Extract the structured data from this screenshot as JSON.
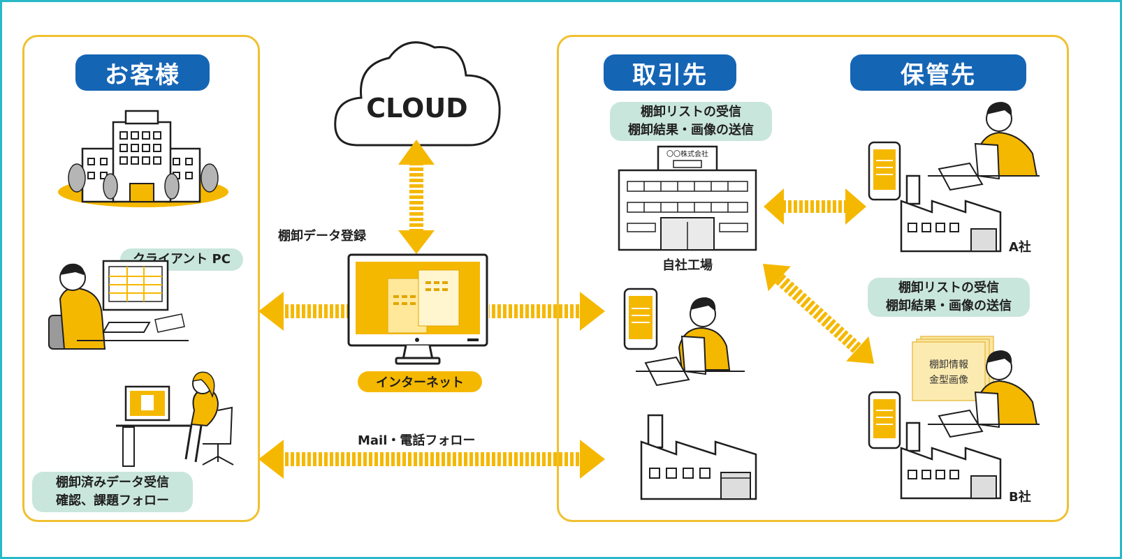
{
  "customer": {
    "title": "お客様",
    "client_pc_label": "クライアント PC",
    "note_lines": [
      "棚卸済みデータ受信",
      "確認、課題フォロー"
    ]
  },
  "center": {
    "cloud_label": "CLOUD",
    "register_label": "棚卸データ登録",
    "internet_label": "インターネット",
    "mail_label": "Mail・電話フォロー"
  },
  "partner": {
    "title": "取引先",
    "note_lines": [
      "棚卸リストの受信",
      "棚卸結果・画像の送信"
    ],
    "building_sign": "〇〇株式会社",
    "factory_label": "自社工場"
  },
  "storage": {
    "title": "保管先",
    "note_lines": [
      "棚卸リストの受信",
      "棚卸結果・画像の送信"
    ],
    "company_a": "A社",
    "company_b": "B社",
    "doc_lines": [
      "棚卸情報",
      "金型画像"
    ]
  },
  "colors": {
    "frame": "#28b8c8",
    "panel_border": "#f0c030",
    "title_pill": "#1565b5",
    "note_bg": "#c9e6dc",
    "accent_yellow": "#f5b800"
  }
}
